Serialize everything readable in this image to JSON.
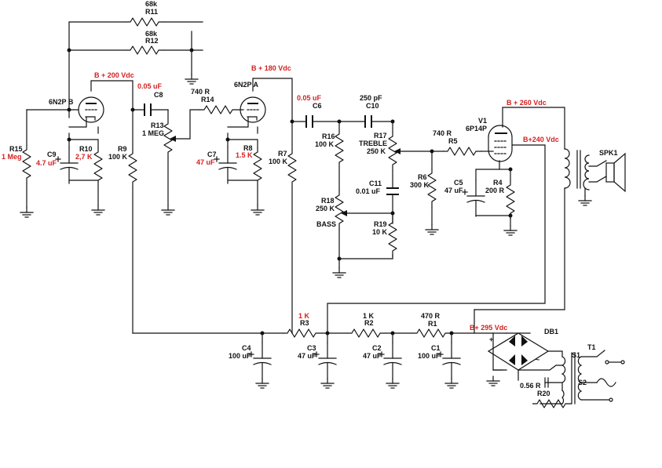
{
  "diagram": {
    "tubes": {
      "v_in_b": "6N2P B",
      "v_in_a": "6N2P A",
      "v_out_ref": "V1",
      "v_out_type": "6P14P",
      "speaker": "SPK1",
      "bridge": "DB1",
      "transformer": "T1"
    },
    "voltages": {
      "b200": "B + 200 Vdc",
      "b180": "B + 180 Vdc",
      "b260": "B + 260 Vdc",
      "b240": "B+240 Vdc",
      "b295": "B+ 295 Vdc",
      "plus": "+"
    },
    "components": {
      "r11_val": "68k",
      "r11_ref": "R11",
      "r12_val": "68k",
      "r12_ref": "R12",
      "c8_val": "0.05 uF",
      "c8_ref": "C8",
      "r13_ref": "R13",
      "r13_val": "1 MEG",
      "r14_val": "740 R",
      "r14_ref": "R14",
      "r15_ref": "R15",
      "r15_val": "1 Meg",
      "c9_ref": "C9",
      "c9_val": "4.7 uF",
      "r10_ref": "R10",
      "r10_val": "2,7 K",
      "r9_ref": "R9",
      "r9_val": "100 K",
      "c7_ref": "C7",
      "c7_val": "47 uF",
      "r8_ref": "R8",
      "r8_val": "1.5 K",
      "r7_ref": "R7",
      "r7_val": "100 K",
      "c6_val": "0.05 uF",
      "c6_ref": "C6",
      "c10_val": "250 pF",
      "c10_ref": "C10",
      "r16_ref": "R16",
      "r16_val": "100 K",
      "r17_ref": "R17",
      "r17_name": "TREBLE",
      "r17_val": "250 K",
      "c11_ref": "C11",
      "c11_val": "0.01 uF",
      "r18_ref": "R18",
      "r18_val": "250 K",
      "r18_name": "BASS",
      "r19_ref": "R19",
      "r19_val": "10 K",
      "r5_val": "740 R",
      "r5_ref": "R5",
      "r6_ref": "R6",
      "r6_val": "300 K",
      "c5_ref": "C5",
      "c5_val": "47 uF",
      "r4_ref": "R4",
      "r4_val": "200 R",
      "r3_val": "1 K",
      "r3_ref": "R3",
      "r2_val": "1 K",
      "r2_ref": "R2",
      "r1_val": "470 R",
      "r1_ref": "R1",
      "c4_ref": "C4",
      "c4_val": "100 uF",
      "c3_ref": "C3",
      "c3_val": "47 uF",
      "c2_ref": "C2",
      "c2_val": "47 uF",
      "c1_ref": "C1",
      "c1_val": "100 uF",
      "r20_val": "0.56 R",
      "r20_ref": "R20",
      "s1_ref": "S1",
      "s2_ref": "S2",
      "ac_symbol": "~"
    },
    "colors": {
      "line": "#111111",
      "accent": "#d42020",
      "background": "#ffffff"
    }
  }
}
